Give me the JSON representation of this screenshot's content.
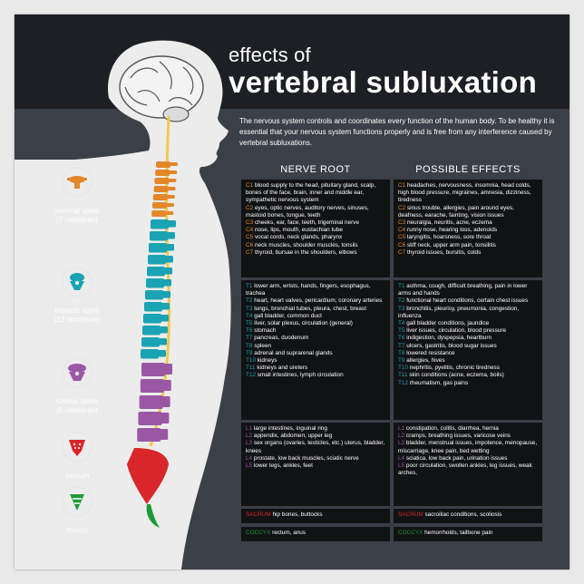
{
  "title": {
    "line1": "effects of",
    "line2": "vertebral subluxation"
  },
  "intro": "The nervous system controls and coordinates every function of the human body. To be healthy it is essential that your nervous system functions properly and is free from any interference caused by vertebral subluxations.",
  "headers": {
    "root": "NERVE ROOT",
    "effects": "POSSIBLE EFFECTS"
  },
  "colors": {
    "cervical": "#e4872a",
    "thoracic": "#1aa3b2",
    "lumbar": "#9a58a4",
    "sacrum": "#d9262b",
    "coccyx": "#1f9a3a",
    "background": "#3b3f47",
    "band": "#1d1f24",
    "panel": "#111214"
  },
  "regions": [
    {
      "name": "cervical spine",
      "sub": "(7 vertebrae)",
      "icon": "cervical-vertebra-icon"
    },
    {
      "name": "thoracic spine",
      "sub": "(12 vertebrae)",
      "icon": "thoracic-vertebra-icon"
    },
    {
      "name": "lumbar spine",
      "sub": "(5 vertebrae)",
      "icon": "lumbar-vertebra-icon"
    },
    {
      "name": "sacrum",
      "sub": "",
      "icon": "sacrum-icon"
    },
    {
      "name": "coccyx",
      "sub": "",
      "icon": "coccyx-icon"
    }
  ],
  "cervical": {
    "root": [
      {
        "c": "C1",
        "t": "blood supply to the head, pituitary gland, scalp, bones of the face, brain, inner and middle ear, sympathetic nervous system"
      },
      {
        "c": "C2",
        "t": "eyes, optic nerves, auditory nerves, sinuses, mastoid bones, tongue, teeth"
      },
      {
        "c": "C3",
        "t": "cheeks, ear, face, teeth, trigeminal nerve"
      },
      {
        "c": "C4",
        "t": "nose, lips, mouth, eustachian tube"
      },
      {
        "c": "C5",
        "t": "vocal cords, neck glands, pharynx"
      },
      {
        "c": "C6",
        "t": "neck muscles, shoulder muscles, tonsils"
      },
      {
        "c": "C7",
        "t": "thyroid, bursae in the shoulders, elbows"
      }
    ],
    "effects": [
      {
        "c": "C1",
        "t": "headaches, nervousness, insomnia, head colds, high blood pressure, migraines, amnesia, dizziness, tiredness"
      },
      {
        "c": "C2",
        "t": "sinus trouble, allergies, pain around eyes, deafness, earache, fainting, vision issues"
      },
      {
        "c": "C3",
        "t": "neuralgia, neuritis, acne, eczema"
      },
      {
        "c": "C4",
        "t": "runny nose, hearing loss, adenoids"
      },
      {
        "c": "C5",
        "t": "laryngitis, hoarsness, sore throat"
      },
      {
        "c": "C6",
        "t": "stiff neck, upper arm pain, tonsilitis"
      },
      {
        "c": "C7",
        "t": "thyroid issues, bursitis, colds"
      }
    ]
  },
  "thoracic": {
    "root": [
      {
        "c": "T1",
        "t": "lower arm, wrists, hands, fingers, esophagus, trachea"
      },
      {
        "c": "T2",
        "t": "heart, heart valves, pericardium, coronary arteries"
      },
      {
        "c": "T3",
        "t": "lungs, bronchial tubes, pleura, chest, breast"
      },
      {
        "c": "T4",
        "t": "gall bladder, common duct"
      },
      {
        "c": "T5",
        "t": "liver, solar plexus, circulation (general)"
      },
      {
        "c": "T6",
        "t": "stomach"
      },
      {
        "c": "T7",
        "t": "pancreas, duodenum"
      },
      {
        "c": "T8",
        "t": "spleen"
      },
      {
        "c": "T9",
        "t": "adrenal and suprarenal glands"
      },
      {
        "c": "T10",
        "t": "kidneys"
      },
      {
        "c": "T11",
        "t": "kidneys and ureters"
      },
      {
        "c": "T12",
        "t": "small intestines, lymph circulation"
      }
    ],
    "effects": [
      {
        "c": "T1",
        "t": "asthma, cough, difficult breathing, pain in lower arms and hands"
      },
      {
        "c": "T2",
        "t": "functional heart conditions, certain chest issues"
      },
      {
        "c": "T3",
        "t": "bronchitis, pleurisy, pneumonia, congestion, influenza"
      },
      {
        "c": "T4",
        "t": "gall bladder conditions, jaundice"
      },
      {
        "c": "T5",
        "t": "liver issues, circulation, blood pressure"
      },
      {
        "c": "T6",
        "t": "indigestion, dyspepsia, heartburn"
      },
      {
        "c": "T7",
        "t": "ulcers, gastritis, blood sugar issues"
      },
      {
        "c": "T8",
        "t": "lowered resistance"
      },
      {
        "c": "T9",
        "t": "allergies, hives"
      },
      {
        "c": "T10",
        "t": "nephritis, pyelitis, chronic tiredness"
      },
      {
        "c": "T11",
        "t": "skin conditions (acne, eczema, boils)"
      },
      {
        "c": "T12",
        "t": "rheumatism, gas pains"
      }
    ]
  },
  "lumbar": {
    "root": [
      {
        "c": "L1",
        "t": "large intestines, inguinal ring"
      },
      {
        "c": "L2",
        "t": "appendix, abdomen, upper leg"
      },
      {
        "c": "L3",
        "t": "sex organs (ovaries, testicles, etc.) uterus, bladder, knees"
      },
      {
        "c": "L4",
        "t": "prostate, low back muscles, sciatic nerve"
      },
      {
        "c": "L5",
        "t": "lower legs, ankles, feet"
      }
    ],
    "effects": [
      {
        "c": "L1",
        "t": "constipation, colitis, diarrhea,  hernia"
      },
      {
        "c": "L2",
        "t": "cramps, breathing issues, varicose veins"
      },
      {
        "c": "L3",
        "t": "bladder, menstrual issues, impotence, menopause, miscarriage, knee pain, bed wetting"
      },
      {
        "c": "L4",
        "t": "sciatica, low back pain, urination issues"
      },
      {
        "c": "L5",
        "t": "poor circulation, swollen ankles, leg issues, weak arches,"
      }
    ]
  },
  "sacrum": {
    "root": {
      "c": "SACRUM",
      "t": "hip bones, buttocks"
    },
    "effects": {
      "c": "SACRUM",
      "t": "sacroiliac conditions, scoliosis"
    }
  },
  "coccyx": {
    "root": {
      "c": "COCCYX",
      "t": "rectum, anus"
    },
    "effects": {
      "c": "COCCYX",
      "t": "hemorrholds, tailbone pain"
    }
  }
}
